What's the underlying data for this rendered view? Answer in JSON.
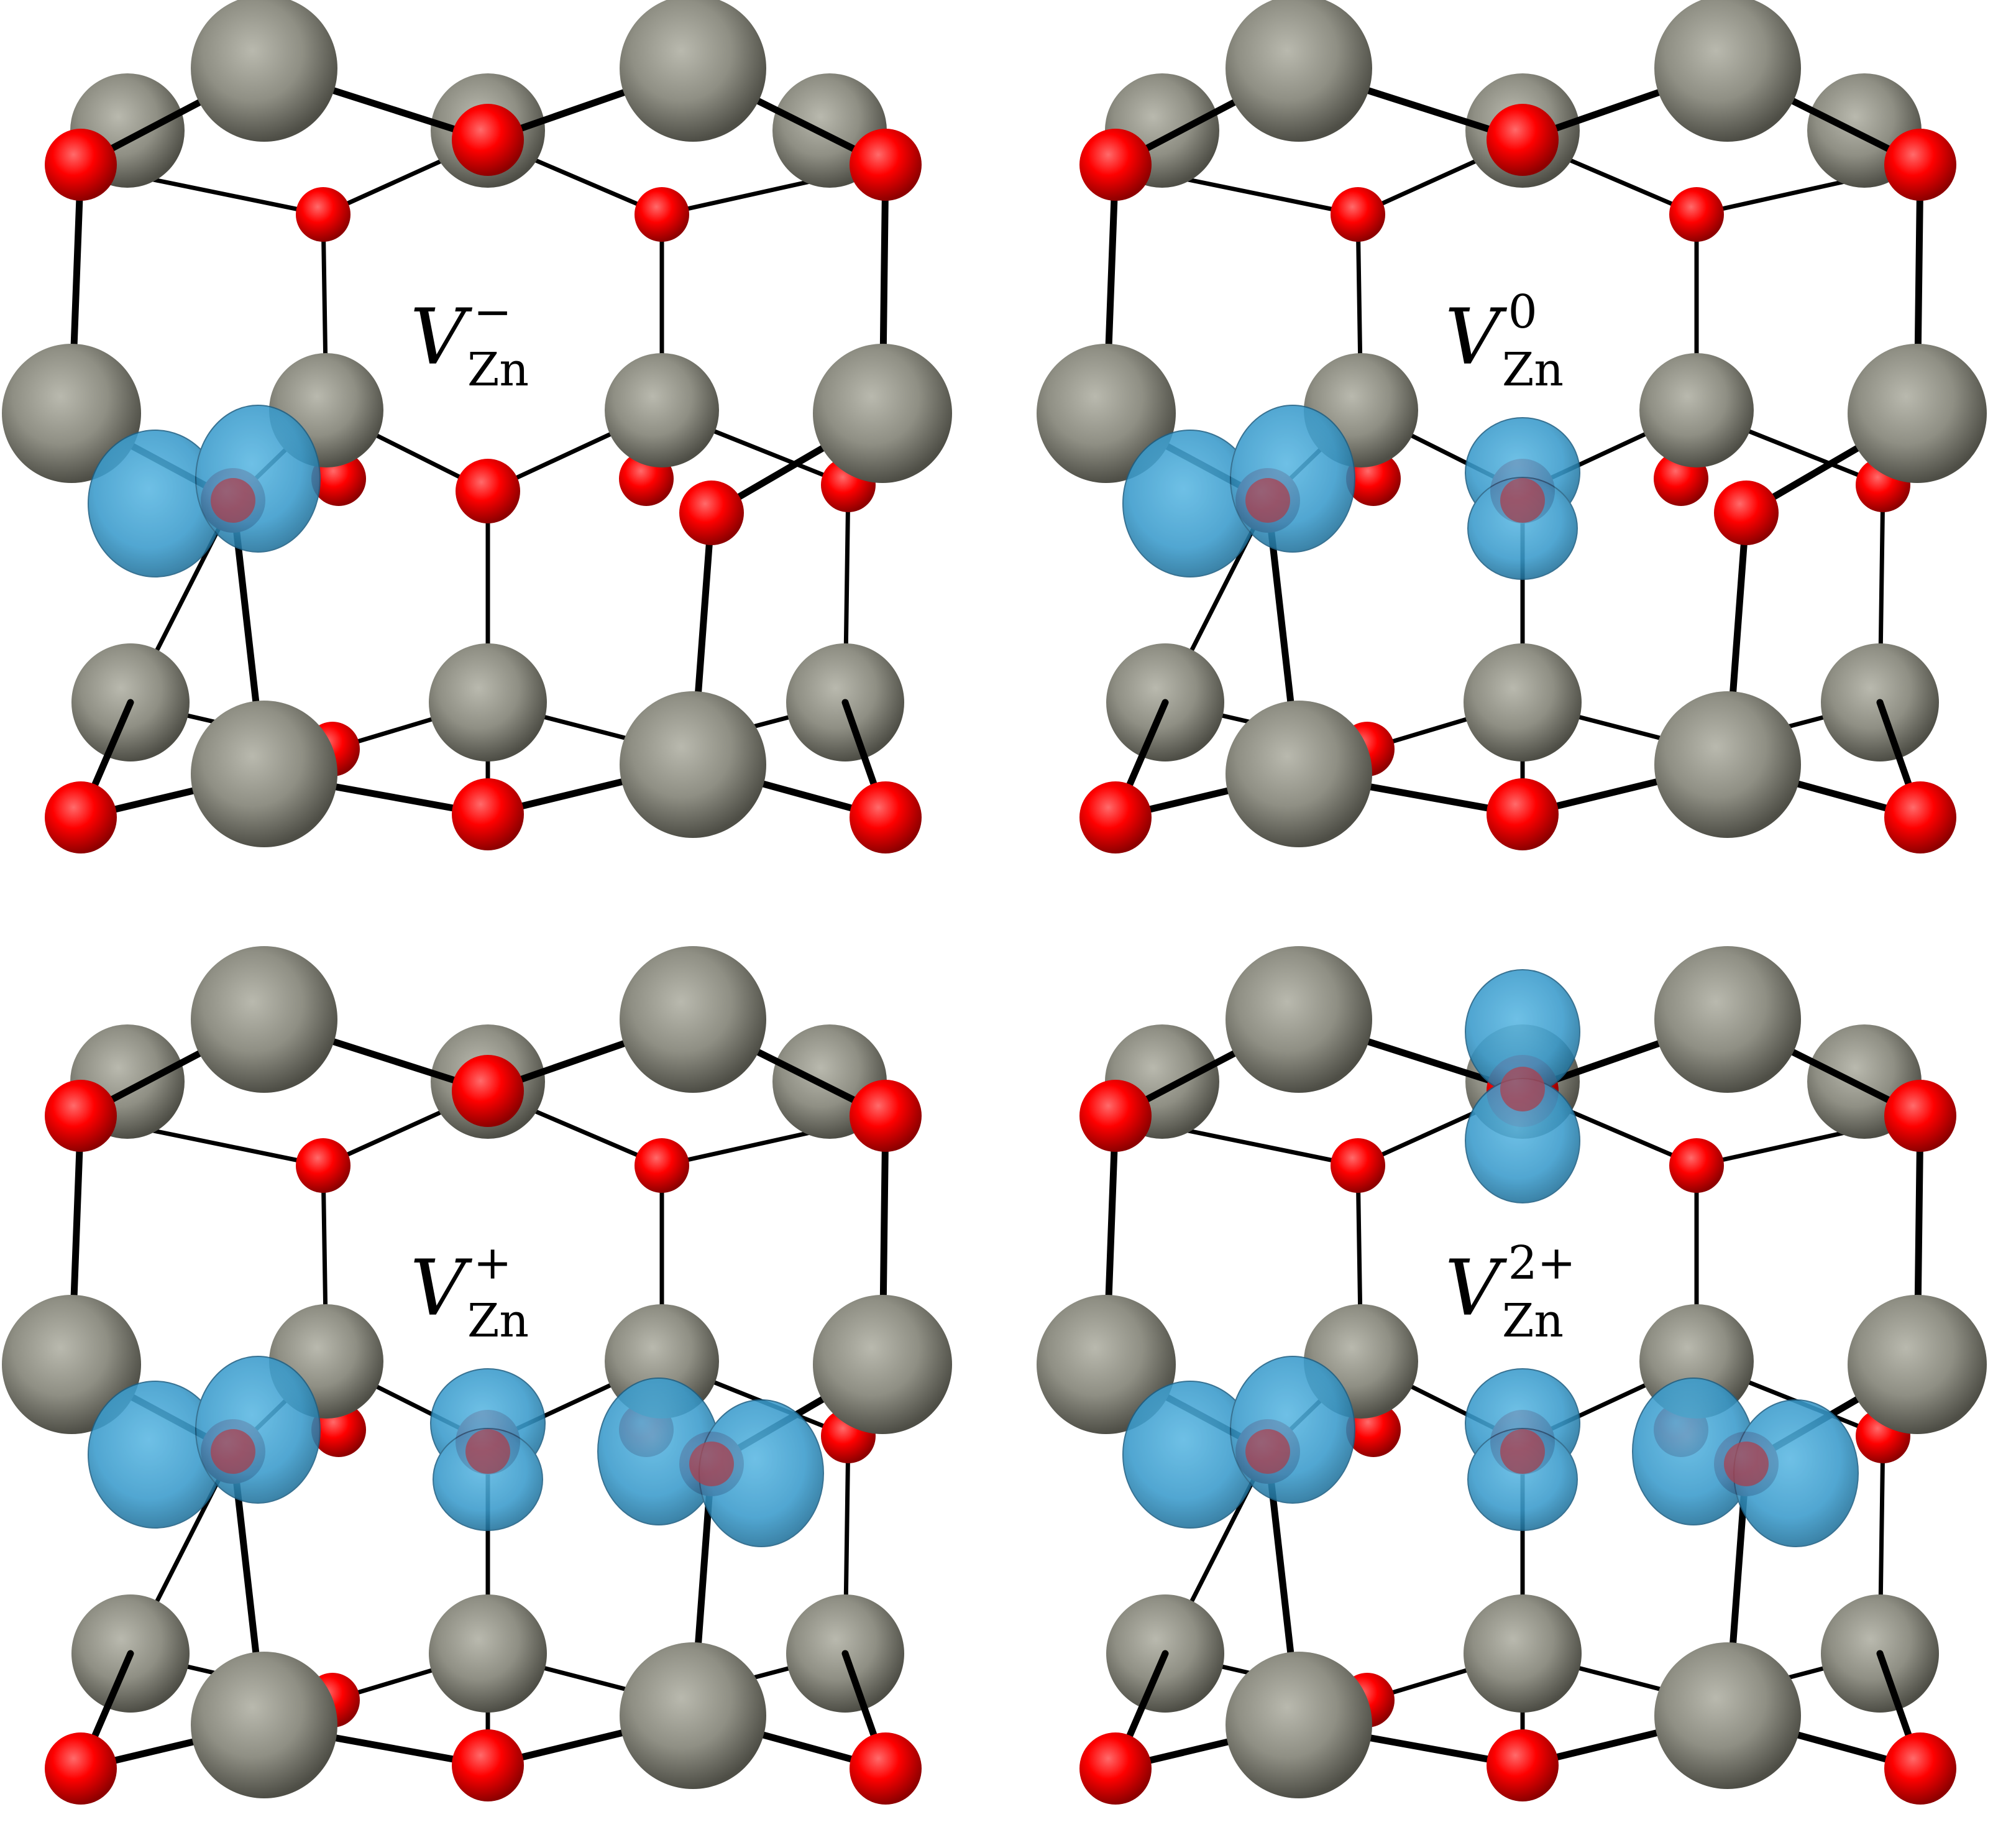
{
  "figure": {
    "panels": [
      {
        "label_symbol": "V",
        "label_subscript": "Zn",
        "label_superscript": "−",
        "polarons": [
          "left"
        ]
      },
      {
        "label_symbol": "V",
        "label_subscript": "Zn",
        "label_superscript": "0",
        "polarons": [
          "left",
          "center"
        ]
      },
      {
        "label_symbol": "V",
        "label_subscript": "Zn",
        "label_superscript": "+",
        "polarons": [
          "left",
          "center",
          "right"
        ]
      },
      {
        "label_symbol": "V",
        "label_subscript": "Zn",
        "label_superscript": "2+",
        "polarons": [
          "left",
          "center",
          "right",
          "top"
        ]
      }
    ],
    "colors": {
      "zinc_atom": "#8f8f84",
      "oxygen_atom": "#ff0000",
      "bond": "#000000",
      "isosurface": "#2f94c4"
    }
  }
}
